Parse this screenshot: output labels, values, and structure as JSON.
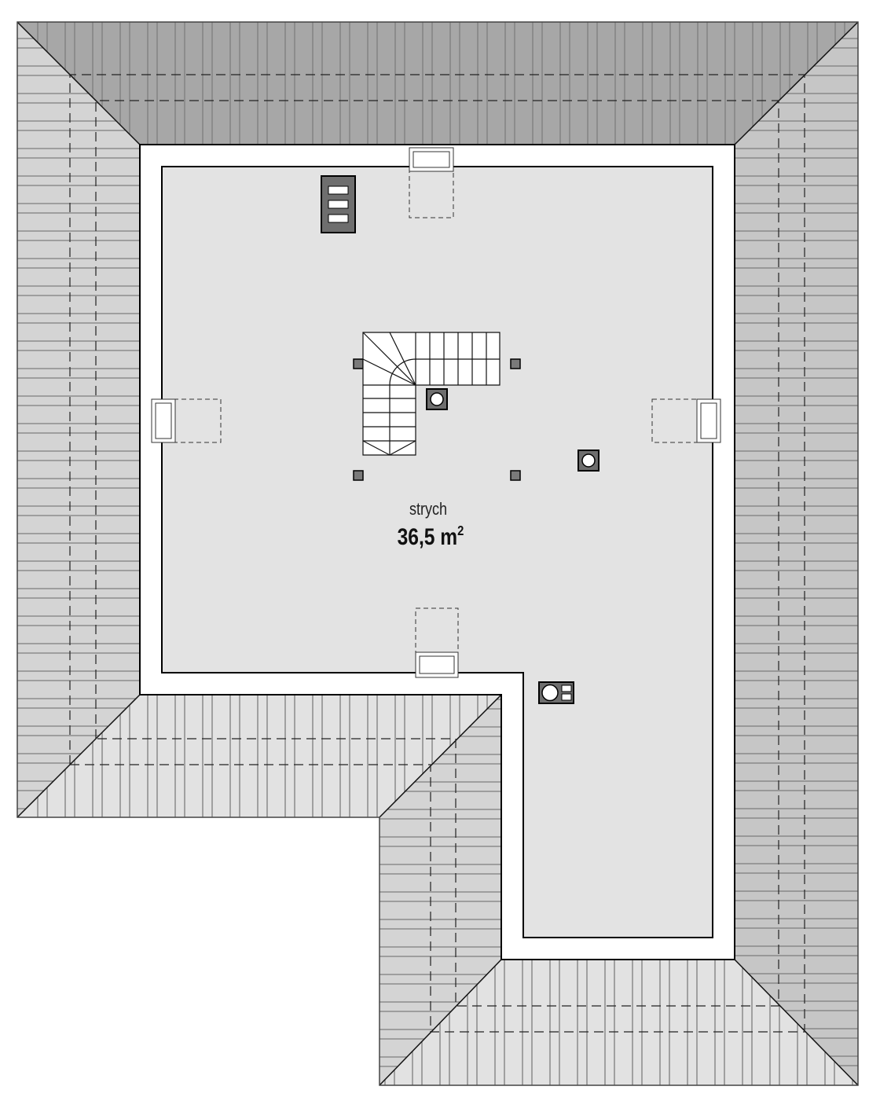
{
  "room": {
    "name": "strych",
    "area_value": "36,5 m",
    "area_superscript": "2"
  },
  "colors": {
    "roof_top": "#a7a7a7",
    "roof_left": "#d4d4d4",
    "roof_right": "#c6c6c6",
    "roof_light": "#e2e2e2",
    "floor": "#e3e3e3",
    "chimney": "#6e6e6e",
    "column": "#7a7a7a"
  }
}
